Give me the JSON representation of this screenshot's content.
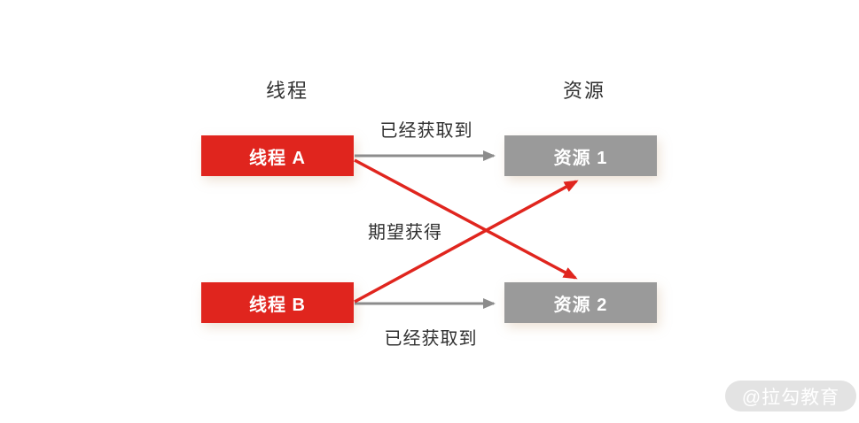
{
  "colors": {
    "canvas_bg": "#ffffff",
    "thread_box": "#e0251e",
    "resource_box": "#9a9a9a",
    "box_text": "#ffffff",
    "label_text": "#303030",
    "arrow_gray": "#8c8c8c",
    "arrow_red": "#e0251e",
    "watermark_bg": "#e3e3e3",
    "watermark_text": "#ffffff"
  },
  "diagram": {
    "column_titles": {
      "threads": "线程",
      "resources": "资源"
    },
    "nodes": {
      "thread_a": {
        "label": "线程 A"
      },
      "thread_b": {
        "label": "线程 B"
      },
      "resource_1": {
        "label": "资源 1"
      },
      "resource_2": {
        "label": "资源 2"
      }
    },
    "edge_labels": {
      "acquired_top": "已经获取到",
      "expect": "期望获得",
      "acquired_bottom": "已经获取到"
    },
    "relations": [
      {
        "from": "thread_a",
        "to": "resource_1",
        "type": "acquired"
      },
      {
        "from": "thread_b",
        "to": "resource_2",
        "type": "acquired"
      },
      {
        "from": "thread_a",
        "to": "resource_2",
        "type": "expects"
      },
      {
        "from": "thread_b",
        "to": "resource_1",
        "type": "expects"
      }
    ]
  },
  "watermark": {
    "text": "@拉勾教育"
  }
}
